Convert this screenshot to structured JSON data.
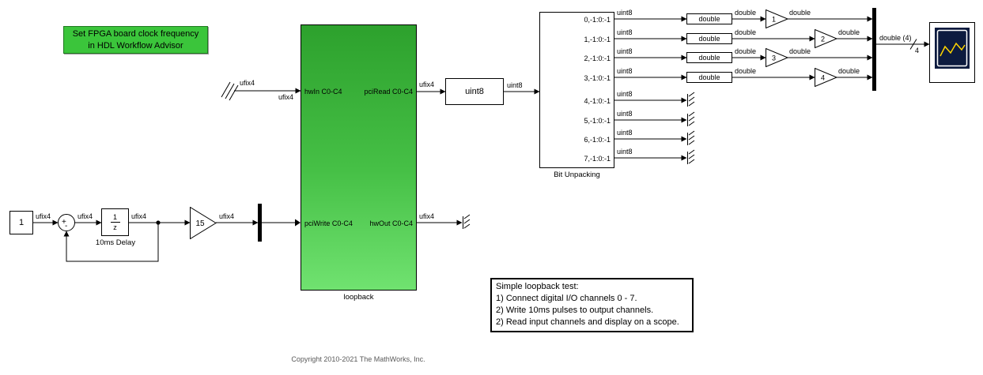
{
  "colors": {
    "annotation_green": "#3bc53b",
    "loopback_gradient_top": "#2da12d",
    "loopback_gradient_bottom": "#70e270",
    "wire": "#000000",
    "block_bg": "#ffffff",
    "scope_screen": "#0d1b3f",
    "scope_trace": "#ffd500"
  },
  "annotations": {
    "fpga_note": {
      "line1": "Set FPGA board clock frequency",
      "line2": "in HDL Workflow Advisor"
    },
    "test_note": {
      "line1": "Simple loopback test:",
      "line2": "1) Connect digital I/O channels 0 - 7.",
      "line3": "2) Write 10ms pulses to output channels.",
      "line4": "2) Read input channels and display on a scope."
    },
    "copyright": "Copyright 2010-2021 The MathWorks, Inc."
  },
  "blocks": {
    "constant": {
      "value": "1"
    },
    "sum": {
      "sign_top": "+",
      "sign_bottom": "-"
    },
    "unit_delay": {
      "numerator": "1",
      "denominator": "z",
      "name": "10ms Delay"
    },
    "gain_15": {
      "value": "15"
    },
    "loopback": {
      "name": "loopback",
      "port_hwin": "hwIn C0-C4",
      "port_pciwrite": "pciWrite C0-C4",
      "port_pciread": "pciRead C0-C4",
      "port_hwout": "hwOut C0-C4"
    },
    "uint8_conversion": {
      "value": "uint8"
    },
    "bit_unpacking": {
      "name": "Bit Unpacking",
      "ports": [
        "0,-1:0:-1",
        "1,-1:0:-1",
        "2,-1:0:-1",
        "3,-1:0:-1",
        "4,-1:0:-1",
        "5,-1:0:-1",
        "6,-1:0:-1",
        "7,-1:0:-1"
      ]
    },
    "double_conversion": {
      "value": "double"
    },
    "gains": [
      "1",
      "2",
      "3",
      "4"
    ]
  },
  "signals": {
    "ufix4": "ufix4",
    "uint8": "uint8",
    "double": "double",
    "double_vec": "double (4)",
    "vec_width": "4"
  }
}
